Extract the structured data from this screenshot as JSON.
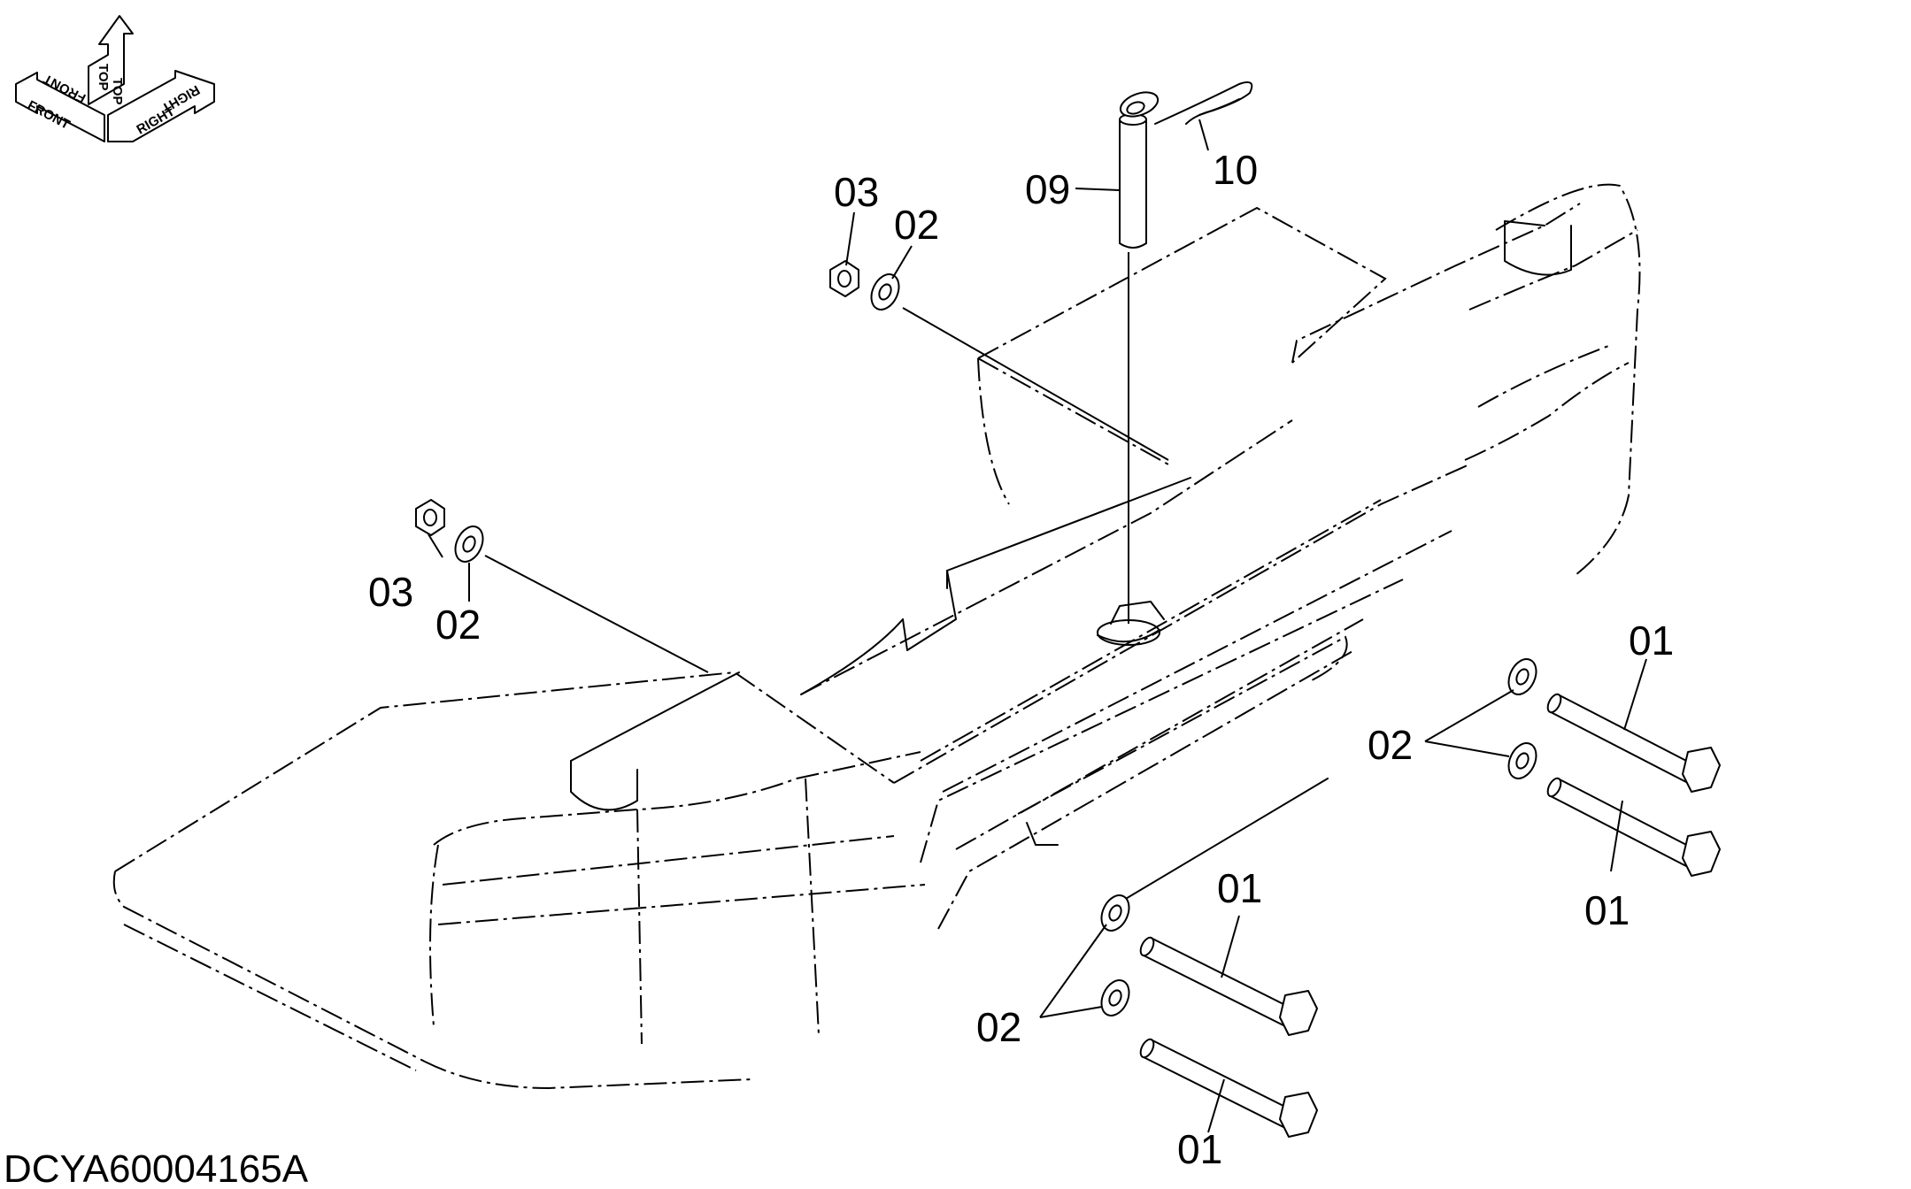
{
  "orientation": {
    "labels": [
      "TOP",
      "FRONT",
      "RIGHT",
      "FRONT",
      "TOP",
      "RIGHT"
    ]
  },
  "callouts": {
    "c01_a": "01",
    "c01_b": "01",
    "c01_c": "01",
    "c01_d": "01",
    "c02_a": "02",
    "c02_b": "02",
    "c02_c": "02",
    "c02_d": "02",
    "c03_a": "03",
    "c03_b": "03",
    "c09": "09",
    "c10": "10"
  },
  "drawing_code": "DCYA60004165A",
  "colors": {
    "ink": "#000000",
    "background": "#ffffff"
  }
}
